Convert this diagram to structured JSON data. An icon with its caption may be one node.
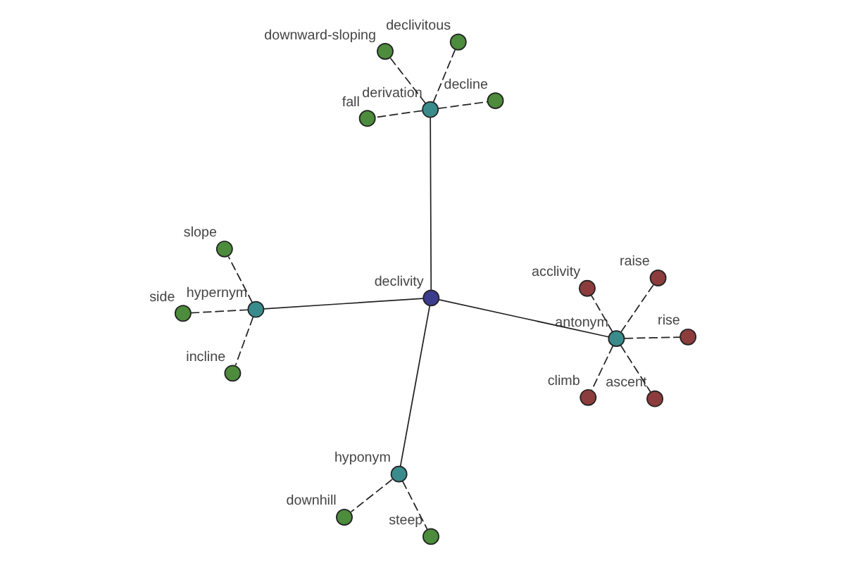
{
  "diagram": {
    "nodes": [
      {
        "text": [
          "declivity"
        ]
      },
      {
        "text": [
          "antonym"
        ]
      },
      {
        "text": [
          "ascent"
        ]
      },
      {
        "text": [
          "acclivity"
        ]
      },
      {
        "text": [
          "climb"
        ]
      },
      {
        "text": [
          "rise"
        ]
      },
      {
        "text": [
          "raise"
        ]
      },
      {
        "text": [
          "hyponym"
        ]
      },
      {
        "text": [
          "downhill"
        ]
      },
      {
        "text": [
          "steep"
        ]
      },
      {
        "text": [
          "derivation"
        ]
      },
      {
        "text": [
          "decline"
        ]
      },
      {
        "text": [
          "downward-sloping"
        ]
      },
      {
        "text": [
          "fall"
        ]
      },
      {
        "text": [
          "declivitous"
        ]
      },
      {
        "text": [
          "hypernym"
        ]
      },
      {
        "text": [
          "side"
        ]
      },
      {
        "text": [
          "incline"
        ]
      },
      {
        "text": [
          "slope"
        ]
      }
    ],
    "edges": [
      {
        "from": 0,
        "to": 1,
        "arrow": "none"
      },
      {
        "from": 1,
        "to": 2,
        "arrow": "none",
        "style": "dashed"
      },
      {
        "from": 1,
        "to": 3,
        "arrow": "none",
        "style": "dashed"
      },
      {
        "from": 1,
        "to": 4,
        "arrow": "none",
        "style": "dashed"
      },
      {
        "from": 1,
        "to": 5,
        "arrow": "none",
        "style": "dashed"
      },
      {
        "from": 1,
        "to": 6,
        "arrow": "none",
        "style": "dashed"
      },
      {
        "from": 0,
        "to": 7,
        "arrow": "none"
      },
      {
        "from": 7,
        "to": 8,
        "arrow": "none",
        "style": "dashed"
      },
      {
        "from": 7,
        "to": 9,
        "arrow": "none",
        "style": "dashed"
      },
      {
        "from": 0,
        "to": 10,
        "arrow": "none"
      },
      {
        "from": 10,
        "to": 11,
        "arrow": "none",
        "style": "dashed"
      },
      {
        "from": 10,
        "to": 12,
        "arrow": "none",
        "style": "dashed"
      },
      {
        "from": 10,
        "to": 13,
        "arrow": "none",
        "style": "dashed"
      },
      {
        "from": 10,
        "to": 14,
        "arrow": "none",
        "style": "dashed"
      },
      {
        "from": 0,
        "to": 15,
        "arrow": "none"
      },
      {
        "from": 15,
        "to": 16,
        "arrow": "none",
        "style": "dashed"
      },
      {
        "from": 15,
        "to": 17,
        "arrow": "none",
        "style": "dashed"
      },
      {
        "from": 15,
        "to": 18,
        "arrow": "none",
        "style": "dashed"
      }
    ]
  }
}
